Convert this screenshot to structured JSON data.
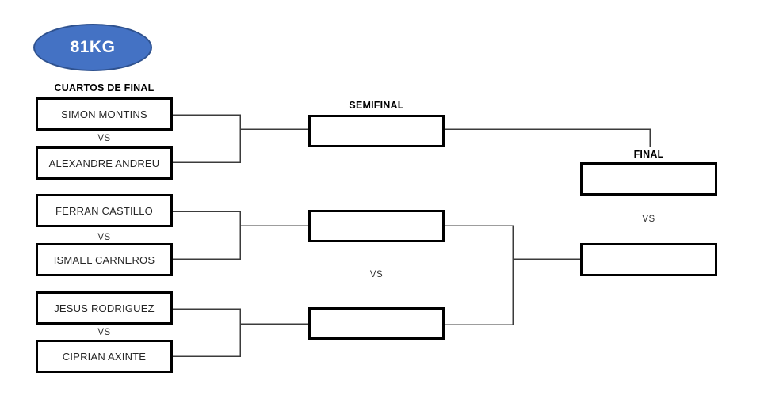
{
  "badge": {
    "label": "81KG"
  },
  "bracket": {
    "quarterfinals": {
      "title": "CUARTOS DE FINAL",
      "matches": [
        {
          "player1": "SIMON MONTINS",
          "vs": "VS",
          "player2": "ALEXANDRE ANDREU"
        },
        {
          "player1": "FERRAN CASTILLO",
          "vs": "VS",
          "player2": "ISMAEL CARNEROS"
        },
        {
          "player1": "JESUS RODRIGUEZ",
          "vs": "VS",
          "player2": "CIPRIAN AXINTE"
        }
      ]
    },
    "semifinal": {
      "title": "SEMIFINAL",
      "slot1": "",
      "slot2": "",
      "slot3": "",
      "vs": "VS"
    },
    "final": {
      "title": "FINAL",
      "slot1": "",
      "slot2": "",
      "vs": "VS"
    }
  },
  "colors": {
    "badge_fill": "#4472C4",
    "badge_border": "#2F528F",
    "badge_text": "#FFFFFF",
    "box_border": "#000000",
    "connector_line": "#3B3B3B",
    "name_text": "#262626",
    "heading_text": "#000000"
  }
}
